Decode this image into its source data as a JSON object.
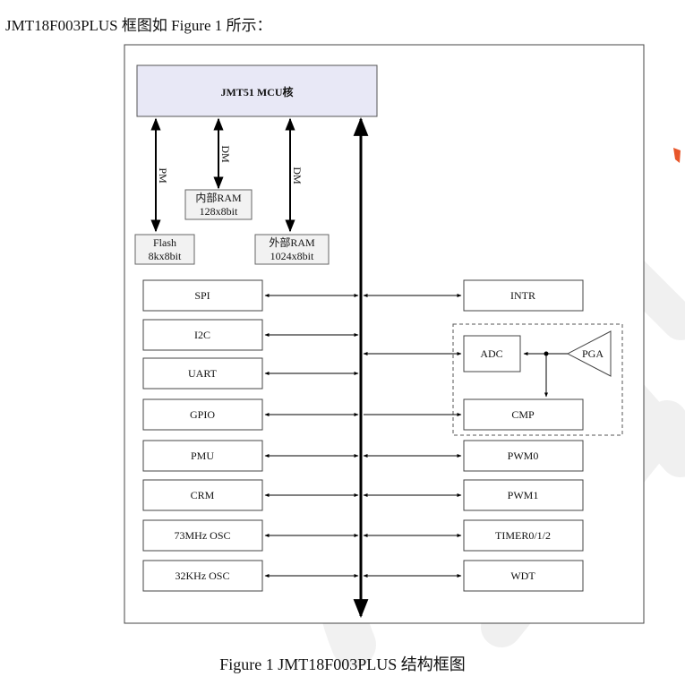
{
  "intro_text": "JMT18F003PLUS 框图如 Figure 1 所示：",
  "caption": "Figure 1 JMT18F003PLUS 结构框图",
  "mcu": {
    "label": "JMT51 MCU核"
  },
  "bus_labels": {
    "pm": "PM",
    "dm1": "DM",
    "dm2": "DM"
  },
  "memories": {
    "flash": {
      "line1": "Flash",
      "line2": "8kx8bit"
    },
    "iram": {
      "line1": "内部RAM",
      "line2": "128x8bit"
    },
    "xram": {
      "line1": "外部RAM",
      "line2": "1024x8bit"
    }
  },
  "left_blocks": [
    "SPI",
    "I2C",
    "UART",
    "GPIO",
    "PMU",
    "CRM",
    "73MHz OSC",
    "32KHz OSC"
  ],
  "right_blocks": {
    "intr": "INTR",
    "adc": "ADC",
    "pga": "PGA",
    "cmp": "CMP",
    "pwm0": "PWM0",
    "pwm1": "PWM1",
    "timer": "TIMER0/1/2",
    "wdt": "WDT"
  },
  "colors": {
    "mcu_fill": "#e8e8f6",
    "mem_fill": "#f2f2f2",
    "border": "#444444",
    "watermark": "#eeeeee",
    "logo_accent": "#e8562a"
  }
}
